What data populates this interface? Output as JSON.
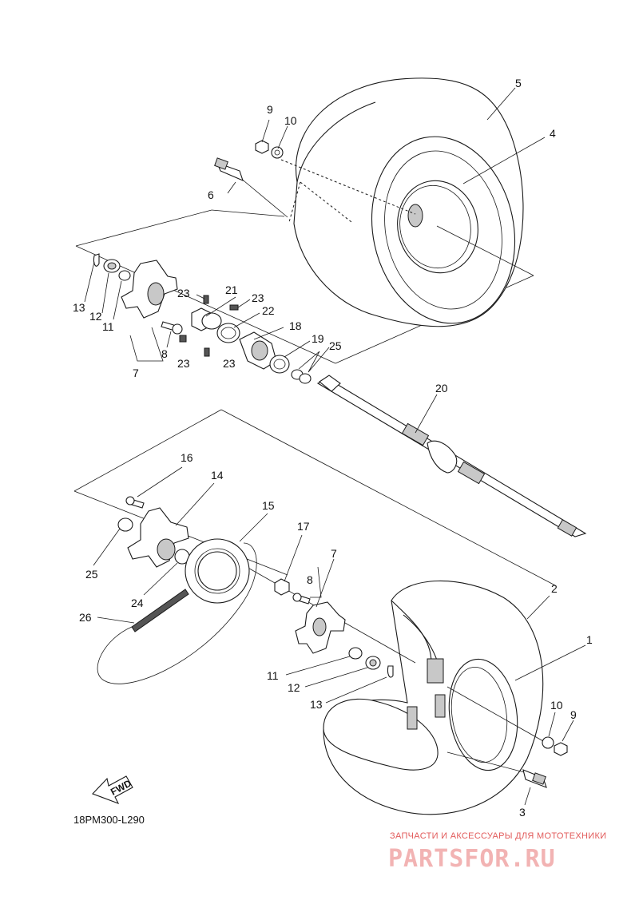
{
  "diagram_code": "18PM300-L290",
  "fwd_label": "FWD",
  "watermark": {
    "top": "ЗАПЧАСТИ И АКСЕССУАРЫ ДЛЯ МОТОТЕХНИКИ",
    "brand": "PARTSFOR.RU"
  },
  "callouts": {
    "c1": "1",
    "c2": "2",
    "c3": "3",
    "c4": "4",
    "c5": "5",
    "c6": "6",
    "c7a": "7",
    "c7b": "7",
    "c8a": "8",
    "c8b": "8",
    "c9a": "9",
    "c9b": "9",
    "c10a": "10",
    "c10b": "10",
    "c11a": "11",
    "c11b": "11",
    "c12a": "12",
    "c12b": "12",
    "c13a": "13",
    "c13b": "13",
    "c14": "14",
    "c15": "15",
    "c16": "16",
    "c17": "17",
    "c18": "18",
    "c19": "19",
    "c20": "20",
    "c21": "21",
    "c22": "22",
    "c23a": "23",
    "c23b": "23",
    "c23c": "23",
    "c23d": "23",
    "c24": "24",
    "c25a": "25",
    "c25b": "25",
    "c26": "26"
  }
}
